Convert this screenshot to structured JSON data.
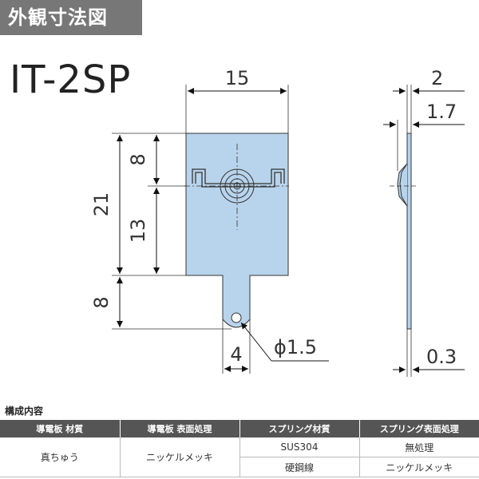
{
  "header": {
    "title": "外観寸法図"
  },
  "model": "IT-2SP",
  "dimensions": {
    "width": "15",
    "d8_top": "8",
    "d21": "21",
    "d13": "13",
    "d8_bottom": "8",
    "d4": "4",
    "hole": "ϕ1.5",
    "thickness_2": "2",
    "thickness_17": "1.7",
    "thickness_03": "0.3"
  },
  "colors": {
    "plate": "#b8d4ec",
    "header_bg": "#777777",
    "table_header_bg": "#555555"
  },
  "composition": {
    "title": "構成内容",
    "headers": [
      "導電板 材質",
      "導電板 表面処理",
      "スプリング材質",
      "スプリング表面処理"
    ],
    "conductor_material": "真ちゅう",
    "conductor_surface": "ニッケルメッキ",
    "spring_rows": [
      {
        "material": "SUS304",
        "surface": "無処理"
      },
      {
        "material": "硬鋼線",
        "surface": "ニッケルメッキ"
      }
    ]
  }
}
